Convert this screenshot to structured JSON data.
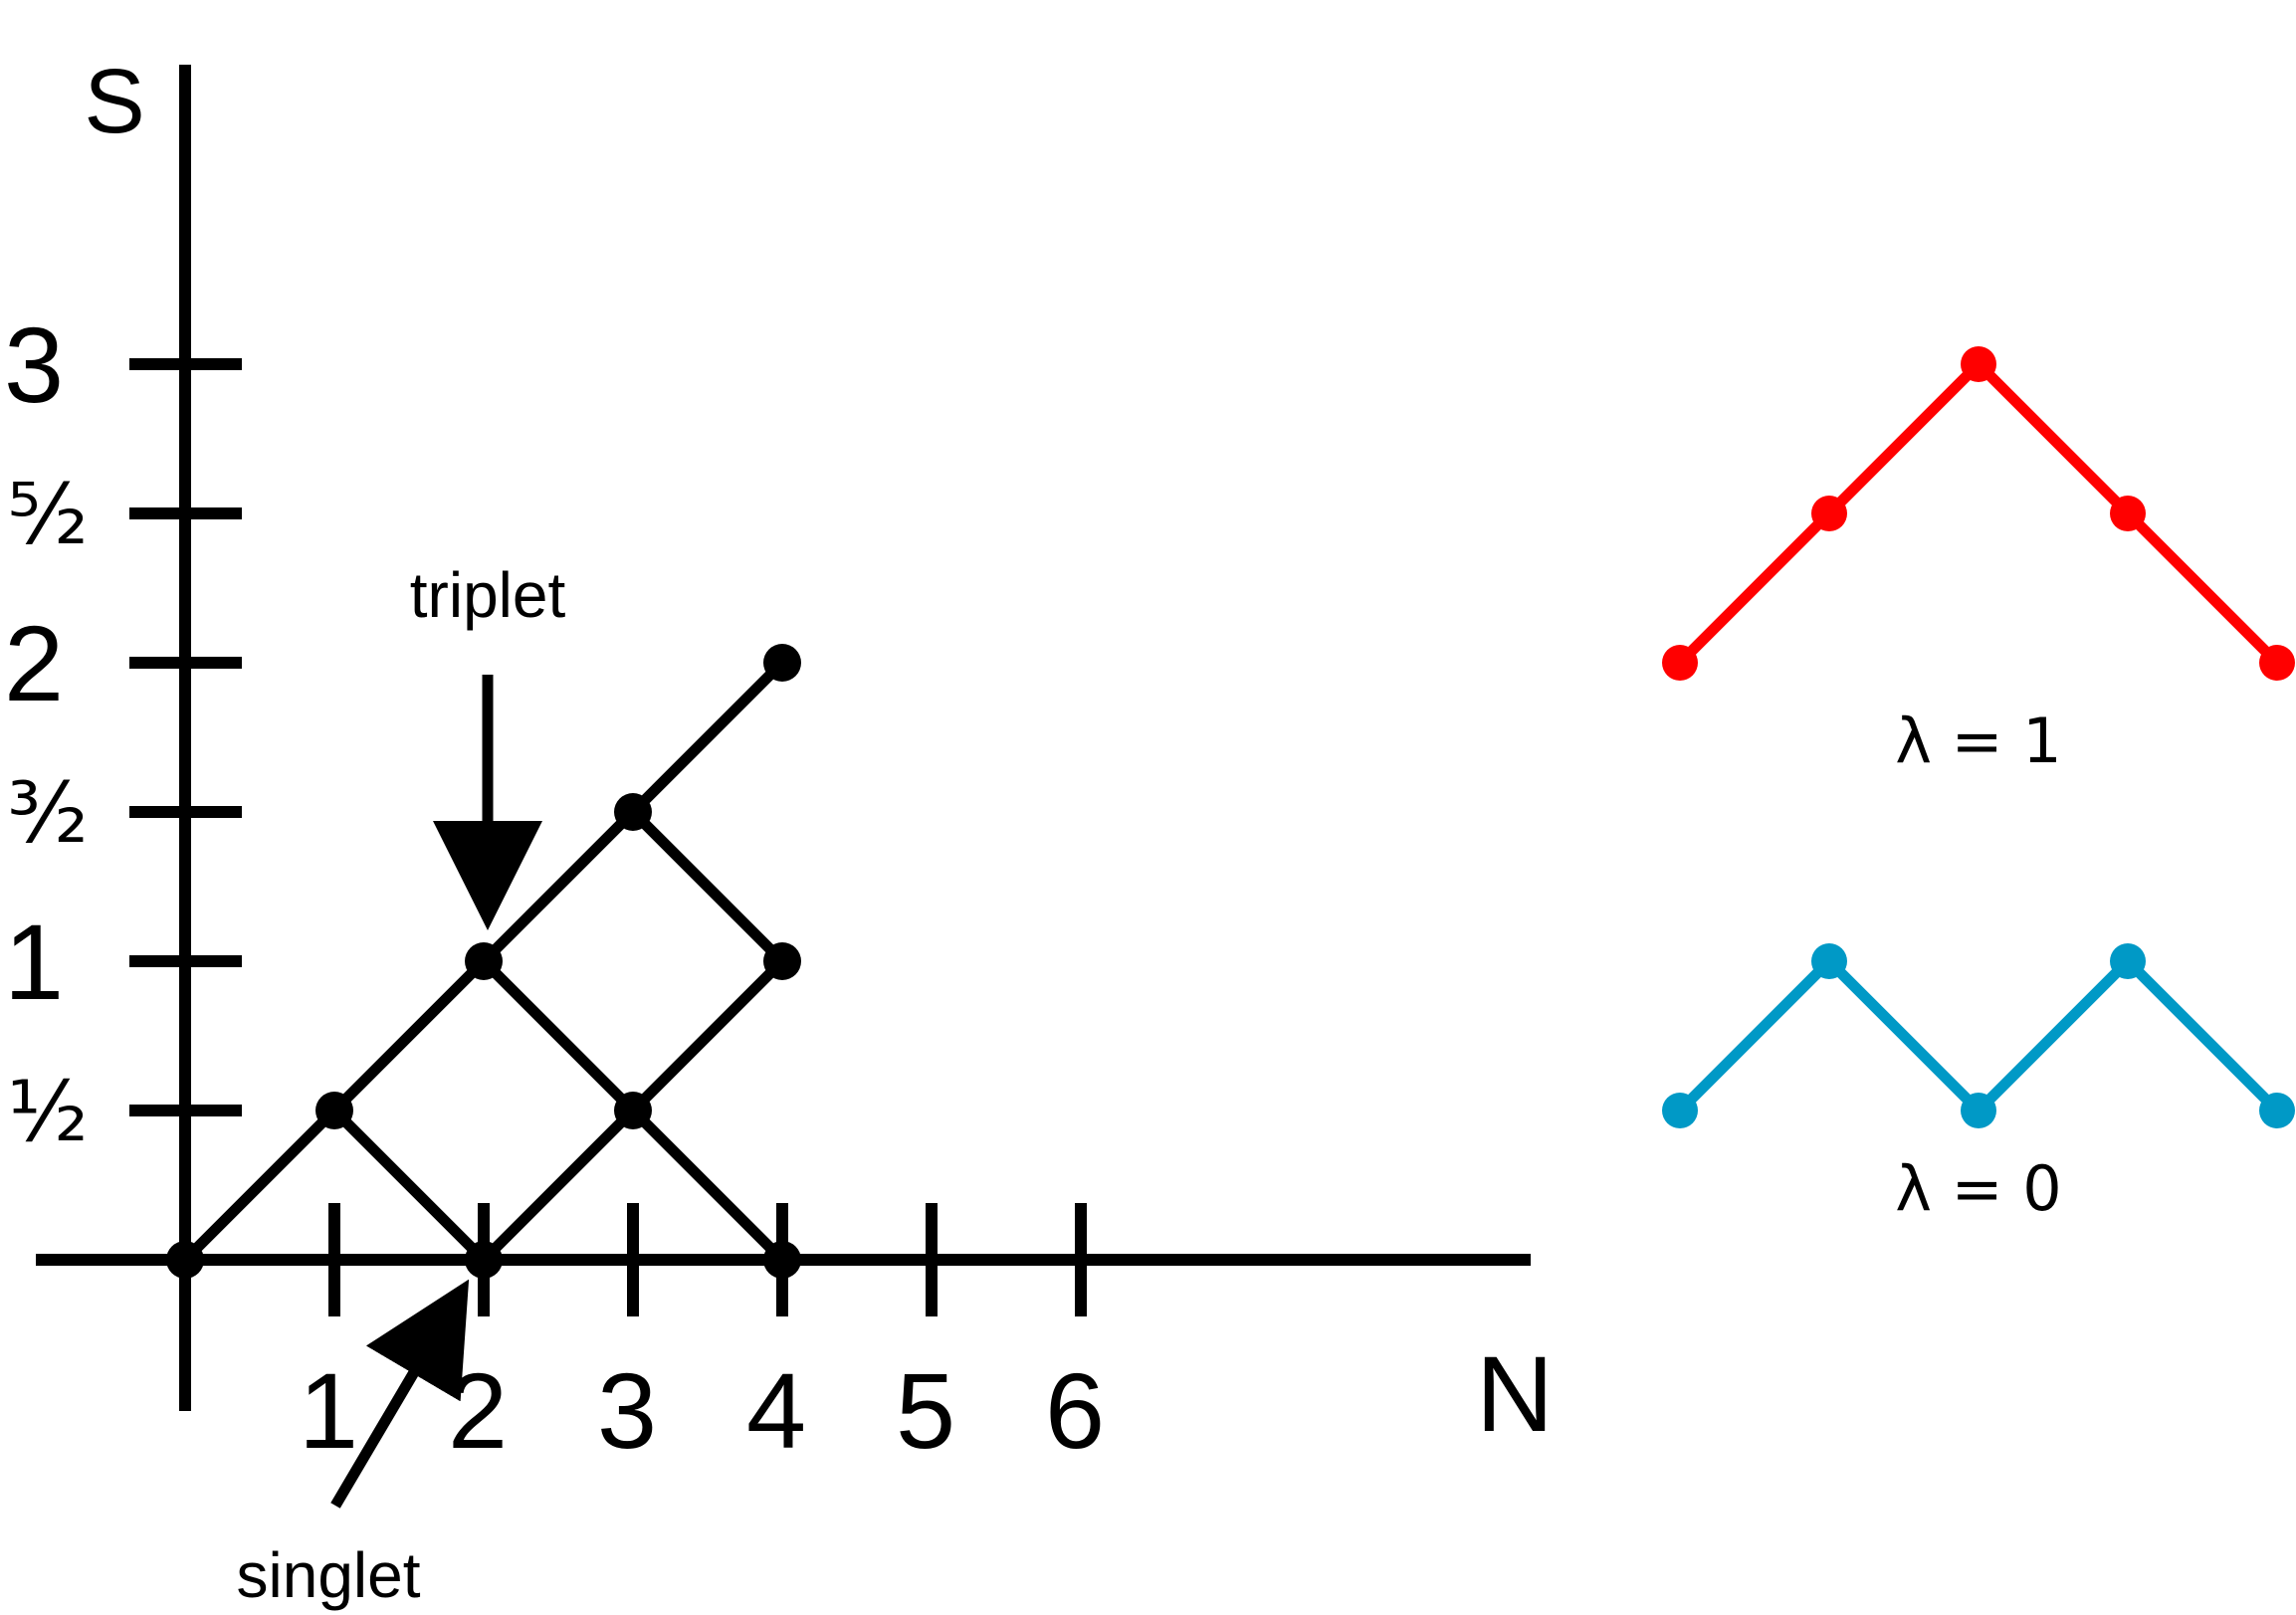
{
  "axes": {
    "y_title": "S",
    "x_title": "N",
    "y_ticks": [
      {
        "value": 0.5,
        "label": "½"
      },
      {
        "value": 1,
        "label": "1"
      },
      {
        "value": 1.5,
        "label": "³⁄₂"
      },
      {
        "value": 2,
        "label": "2"
      },
      {
        "value": 2.5,
        "label": "⁵⁄₂"
      },
      {
        "value": 3,
        "label": "3"
      }
    ],
    "x_ticks": [
      {
        "value": 1,
        "label": "1"
      },
      {
        "value": 2,
        "label": "2"
      },
      {
        "value": 3,
        "label": "3"
      },
      {
        "value": 4,
        "label": "4"
      },
      {
        "value": 5,
        "label": "5"
      },
      {
        "value": 6,
        "label": "6"
      }
    ]
  },
  "lattice": {
    "nodes": [
      [
        0,
        0
      ],
      [
        1,
        0.5
      ],
      [
        2,
        0
      ],
      [
        2,
        1
      ],
      [
        3,
        0.5
      ],
      [
        3,
        1.5
      ],
      [
        4,
        0
      ],
      [
        4,
        1
      ],
      [
        4,
        2
      ]
    ],
    "edges": [
      [
        [
          0,
          0
        ],
        [
          1,
          0.5
        ]
      ],
      [
        [
          1,
          0.5
        ],
        [
          2,
          0
        ]
      ],
      [
        [
          1,
          0.5
        ],
        [
          2,
          1
        ]
      ],
      [
        [
          2,
          0
        ],
        [
          3,
          0.5
        ]
      ],
      [
        [
          2,
          1
        ],
        [
          3,
          0.5
        ]
      ],
      [
        [
          2,
          1
        ],
        [
          3,
          1.5
        ]
      ],
      [
        [
          3,
          0.5
        ],
        [
          4,
          0
        ]
      ],
      [
        [
          3,
          0.5
        ],
        [
          4,
          1
        ]
      ],
      [
        [
          3,
          1.5
        ],
        [
          4,
          1
        ]
      ],
      [
        [
          3,
          1.5
        ],
        [
          4,
          2
        ]
      ]
    ],
    "color": "#000000"
  },
  "annotations": {
    "triplet": "triplet",
    "singlet": "singlet"
  },
  "paths": [
    {
      "label": "λ = 1",
      "color": "#ff0000",
      "s": [
        2,
        2.5,
        3,
        2.5,
        2
      ]
    },
    {
      "label": "λ = 0",
      "color": "#0099c6",
      "s": [
        0.5,
        1,
        0.5,
        1,
        0.5
      ]
    }
  ]
}
